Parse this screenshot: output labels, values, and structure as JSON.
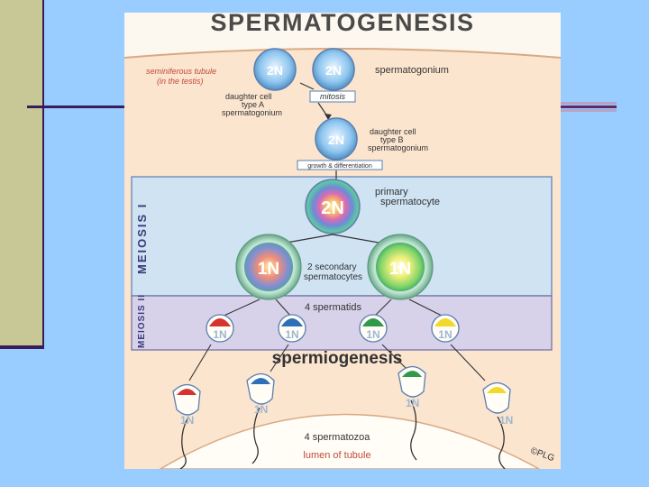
{
  "diagram": {
    "title": "SPERMATOGENESIS",
    "labels": {
      "tubule_line1": "seminiferous tubule",
      "tubule_line2": "(in the testis)",
      "spermatogonium": "spermatogonium",
      "typeA_1": "daughter cell",
      "typeA_2": "type A",
      "typeA_3": "spermatogonium",
      "mitosis": "mitosis",
      "typeB_1": "daughter cell",
      "typeB_2": "type B",
      "typeB_3": "spermatogonium",
      "growth": "growth & differentiation",
      "meiosis1": "MEIOSIS I",
      "meiosis2": "MEIOSIS II",
      "primary_1": "primary",
      "primary_2": "spermatocyte",
      "secondary_1": "2 secondary",
      "secondary_2": "spermatocytes",
      "spermatids": "4 spermatids",
      "spermiogenesis": "spermiogenesis",
      "spermatozoa": "4 spermatozoa",
      "lumen": "lumen of tubule",
      "copyright": "©PLG"
    },
    "ploidy": {
      "twoN": "2N",
      "oneN": "1N"
    }
  }
}
